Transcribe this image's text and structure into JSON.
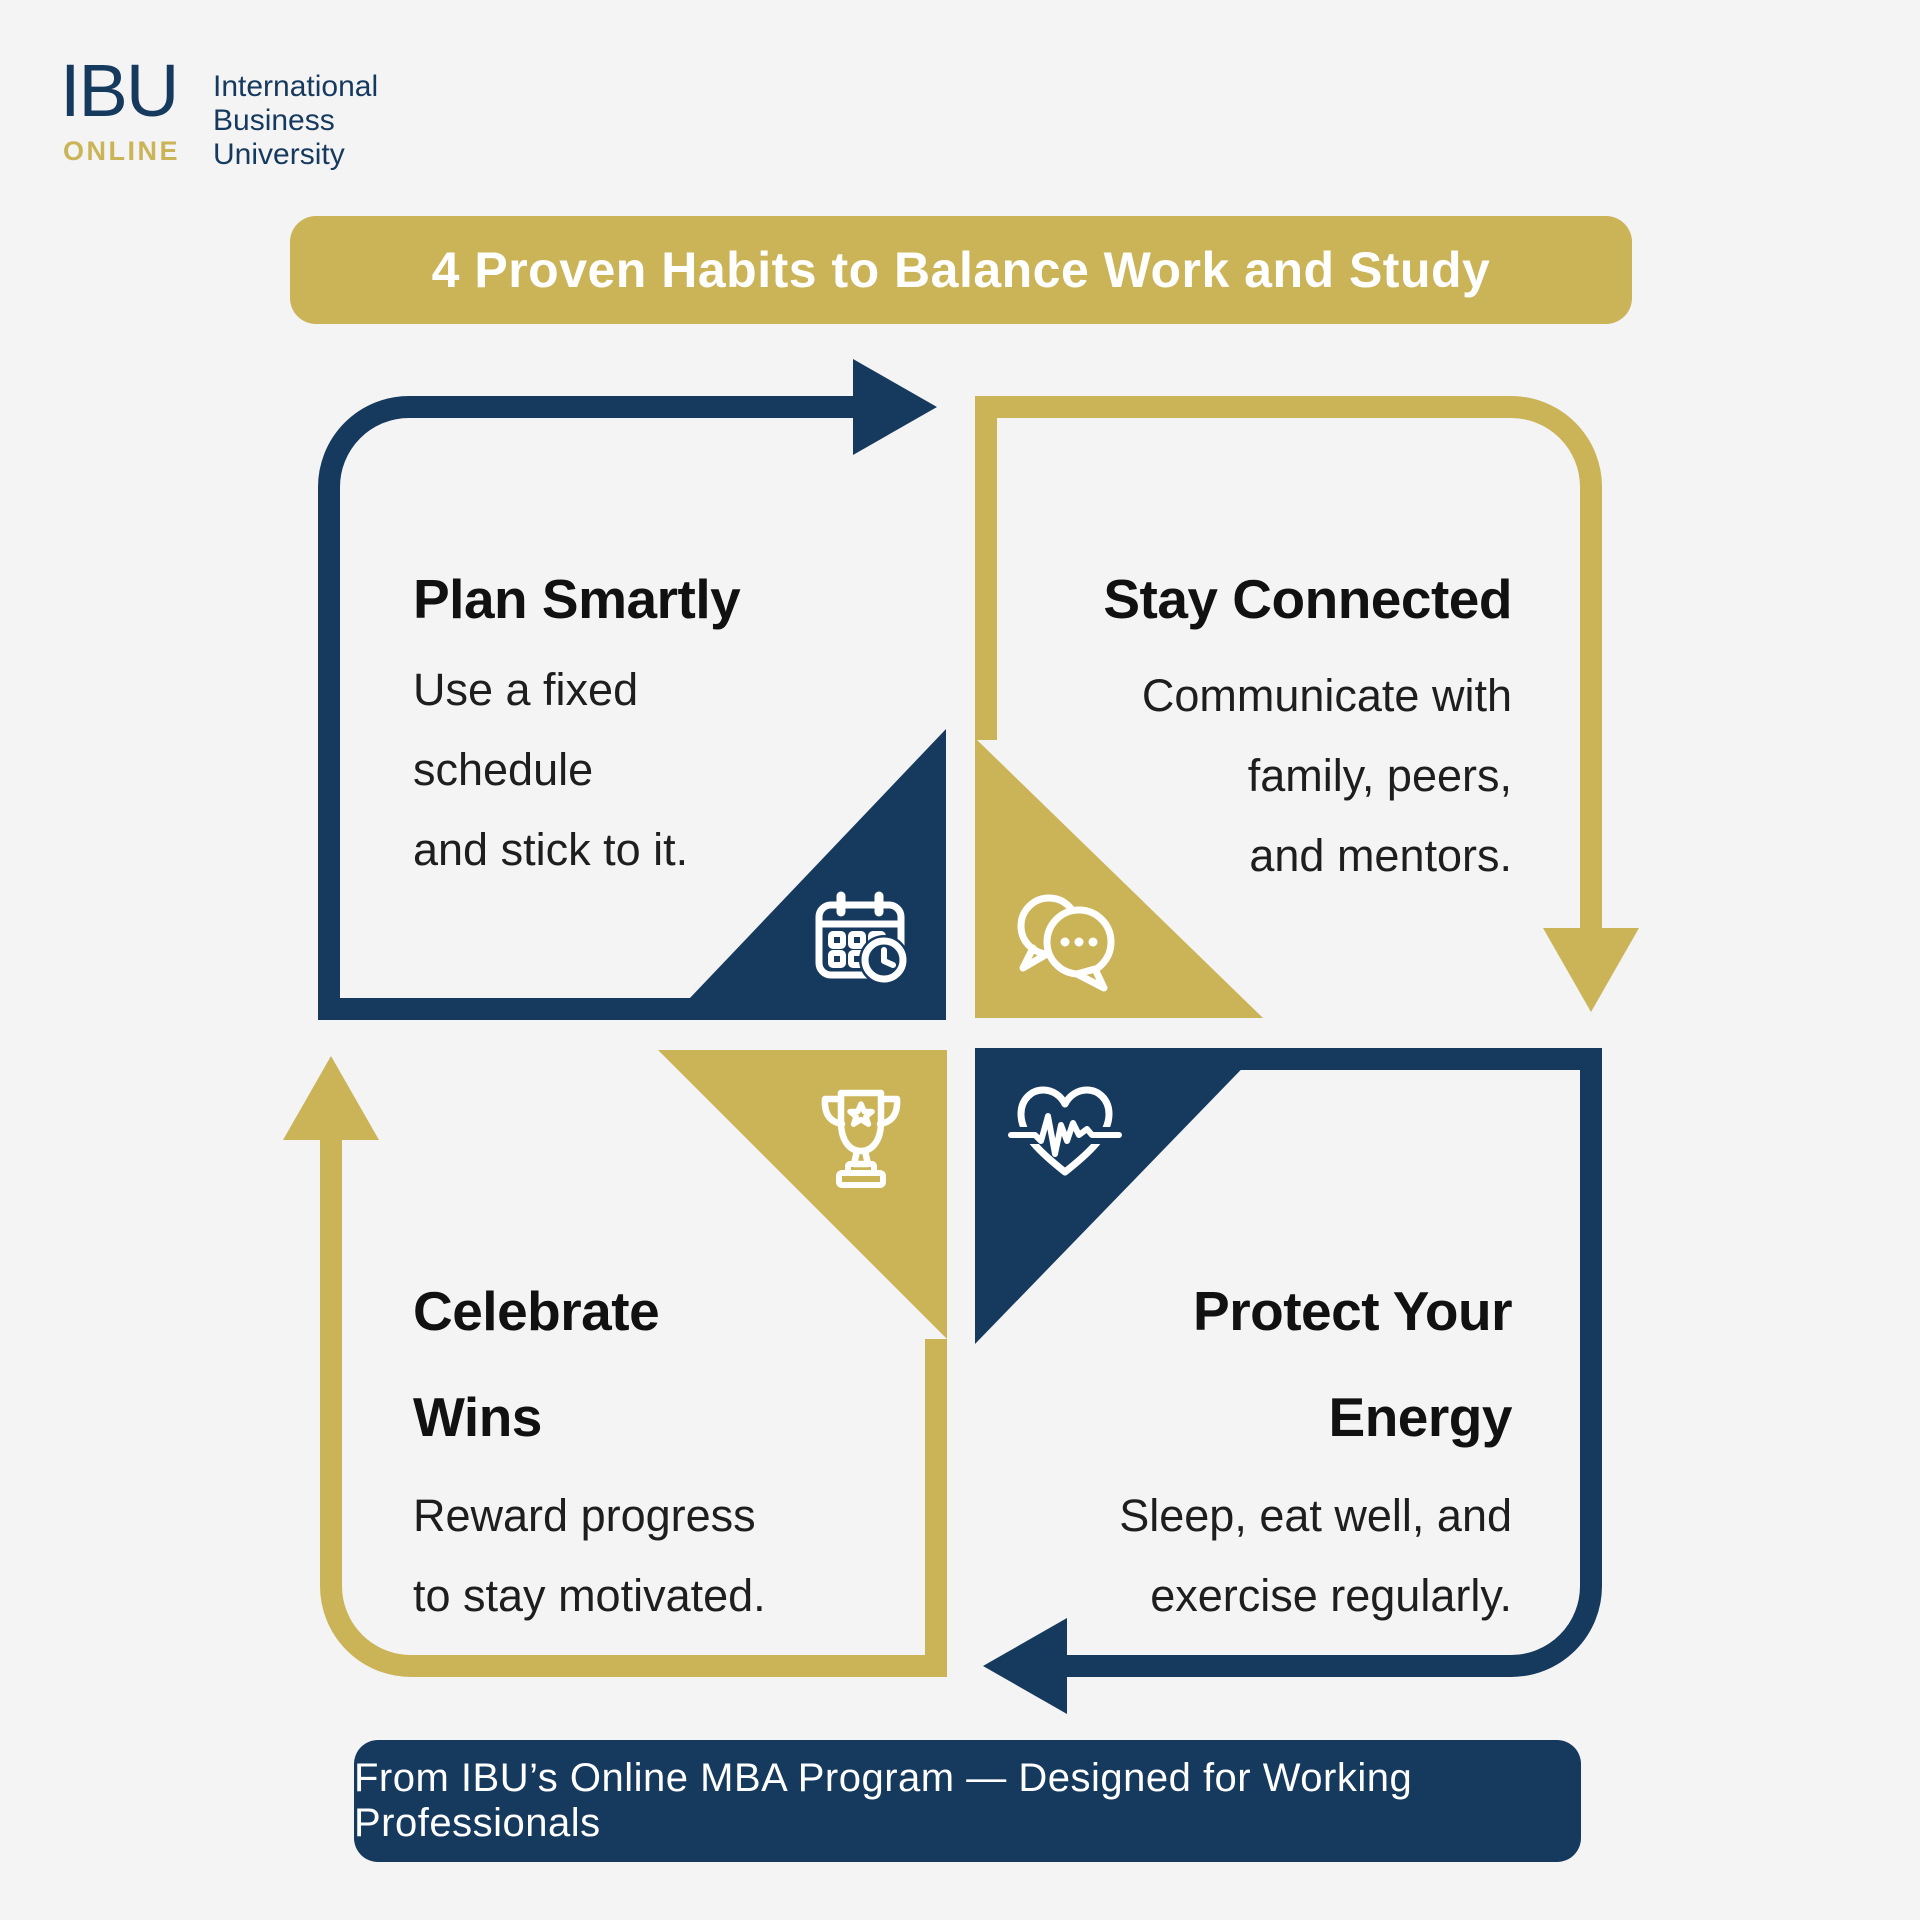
{
  "colors": {
    "navy": "#16395E",
    "gold": "#CBB457",
    "background": "#F4F4F5",
    "heading_text": "#111111",
    "body_text": "#1E1E1E",
    "banner_text": "#FFFFFF"
  },
  "logo": {
    "acronym": "IBU",
    "sub": "ONLINE",
    "org_lines": [
      "International",
      "Business",
      "University"
    ]
  },
  "title_banner": {
    "text": "4 Proven Habits to Balance Work and Study"
  },
  "quadrants": {
    "plan": {
      "title": "Plan Smartly",
      "lines": [
        "Use a fixed",
        "schedule",
        "and stick to it."
      ],
      "icon": "calendar-clock",
      "arrow_color": "navy",
      "arrow_direction": "right"
    },
    "connect": {
      "title": "Stay Connected",
      "lines": [
        "Communicate with",
        "family, peers,",
        "and mentors."
      ],
      "icon": "chat-bubbles",
      "arrow_color": "gold",
      "arrow_direction": "down"
    },
    "energy": {
      "title_lines": [
        "Protect Your",
        "Energy"
      ],
      "lines": [
        "Sleep, eat well, and",
        "exercise regularly."
      ],
      "icon": "heart-pulse",
      "arrow_color": "navy",
      "arrow_direction": "left"
    },
    "celebrate": {
      "title_lines": [
        "Celebrate",
        "Wins"
      ],
      "lines": [
        "Reward progress",
        "to stay motivated."
      ],
      "icon": "trophy",
      "arrow_color": "gold",
      "arrow_direction": "up"
    }
  },
  "footer_banner": {
    "text": "From IBU’s Online MBA Program — Designed for Working Professionals"
  }
}
